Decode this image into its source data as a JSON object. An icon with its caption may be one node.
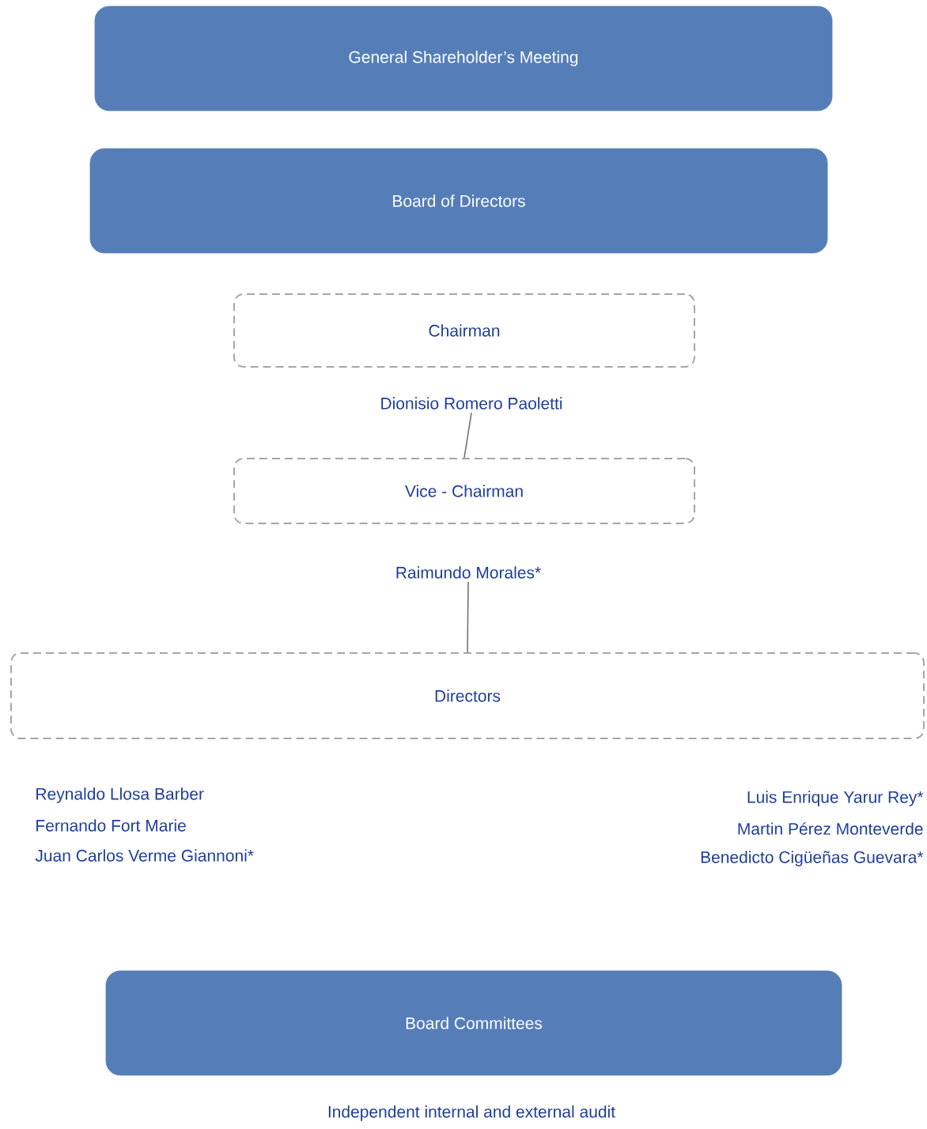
{
  "diagram": {
    "nodes": [
      {
        "text": [
          "General Shareholder’s Meeting"
        ]
      },
      {
        "text": [
          "Board of Directors"
        ]
      },
      {
        "text": [
          "Chairman"
        ]
      },
      {
        "text": [
          "Dionisio Romero Paoletti"
        ]
      },
      {
        "text": [
          "Vice - Chairman"
        ]
      },
      {
        "text": [
          "Raimundo Morales*"
        ]
      },
      {
        "text": [
          "Directors"
        ]
      },
      {
        "text": [
          "Board Committees"
        ]
      }
    ],
    "edges": [
      {
        "from": 3,
        "to": 4,
        "arrow": "none"
      },
      {
        "from": 5,
        "to": 6,
        "arrow": "none"
      }
    ],
    "labels": [
      "Reynaldo Llosa Barber",
      "Fernando Fort Marie",
      "Juan Carlos Verme Giannoni*",
      "Luis Enrique Yarur Rey*",
      "Martin Pérez Monteverde",
      "Benedicto Cigüeñas Guevara*",
      "Independent internal and external audit"
    ]
  }
}
